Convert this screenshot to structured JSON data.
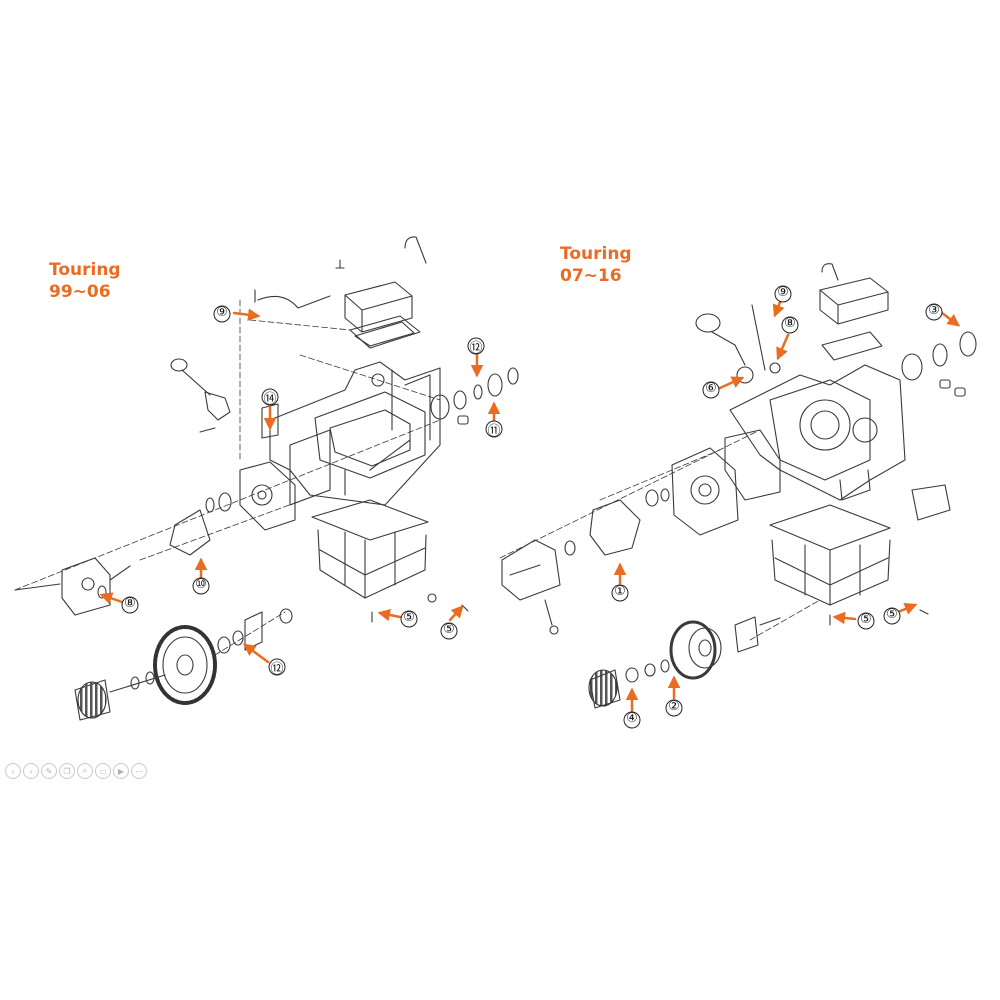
{
  "diagrams": {
    "left": {
      "title_line1": "Touring",
      "title_line2": "99~06"
    },
    "right": {
      "title_line1": "Touring",
      "title_line2": "07~16"
    }
  },
  "callouts": {
    "left": [
      "⑨",
      "⑭",
      "⑫",
      "⑪",
      "⑩",
      "⑧",
      "⑤",
      "⑤",
      "⑫"
    ],
    "right": [
      "⑨",
      "⑧",
      "③",
      "⑥",
      "①",
      "⑤",
      "⑤",
      "④",
      "②"
    ]
  },
  "colors": {
    "accent": "#ea6b22",
    "line": "#3a3a3a",
    "callout_border": "#222222"
  },
  "toolbar": {
    "icons": [
      "prev-icon",
      "next-icon",
      "draw-icon",
      "copy-icon",
      "zoom-icon",
      "screen-icon",
      "video-icon",
      "more-icon"
    ],
    "glyphs": [
      "‹",
      "›",
      "✎",
      "❐",
      "⌕",
      "▭",
      "▶",
      "⋯"
    ]
  }
}
